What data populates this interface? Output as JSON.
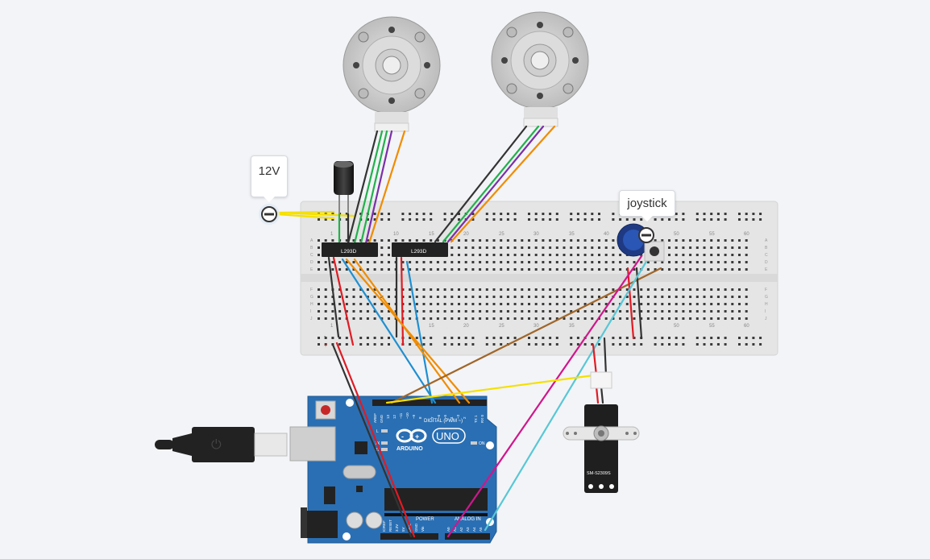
{
  "labels": {
    "power_supply": "12V",
    "joystick": "joystick",
    "driver_chip": "L293D",
    "servo_model": "SM-S2309S",
    "board_brand": "ARDUINO",
    "board_model": "UNO",
    "digital_header": "DIGITAL (PWM ~)",
    "power_header": "POWER",
    "analog_header": "ANALOG IN",
    "on_led": "ON",
    "led_l": "L",
    "led_tx": "TX",
    "led_rx": "RX",
    "aref": "AREF",
    "gnd": "GND"
  },
  "breadboard": {
    "col_numbers": [
      "1",
      "10",
      "15",
      "20",
      "25",
      "30",
      "35",
      "40",
      "45",
      "50",
      "55",
      "60"
    ],
    "row_letters_top": [
      "A",
      "B",
      "C",
      "D",
      "E"
    ],
    "row_letters_bottom": [
      "F",
      "G",
      "H",
      "I",
      "J"
    ],
    "rail_signs": [
      "-",
      "+"
    ]
  },
  "arduino_pins": {
    "digital": [
      "13",
      "12",
      "~11",
      "~10",
      "~9",
      "8",
      "7",
      "~6",
      "~5",
      "4",
      "~3",
      "2",
      "TX 1",
      "RX 0"
    ],
    "power": [
      "IOREF",
      "RESET",
      "3.3V",
      "5V",
      "GND",
      "GND",
      "Vin"
    ],
    "analog": [
      "A0",
      "A1",
      "A2",
      "A3",
      "A4",
      "A5"
    ]
  },
  "colors": {
    "background": "#f3f4f7",
    "breadboard": "#e4e5e4",
    "arduino": "#2a6fb3",
    "wire_black": "#333333",
    "wire_red": "#e01b24",
    "wire_green": "#22b14c",
    "wire_purple": "#7b2fa8",
    "wire_orange": "#f08c00",
    "wire_blue": "#1f8fd1",
    "wire_yellow": "#f5e000",
    "wire_brown": "#a0662a",
    "wire_magenta": "#d0168d",
    "wire_cyan": "#58c7d6"
  }
}
